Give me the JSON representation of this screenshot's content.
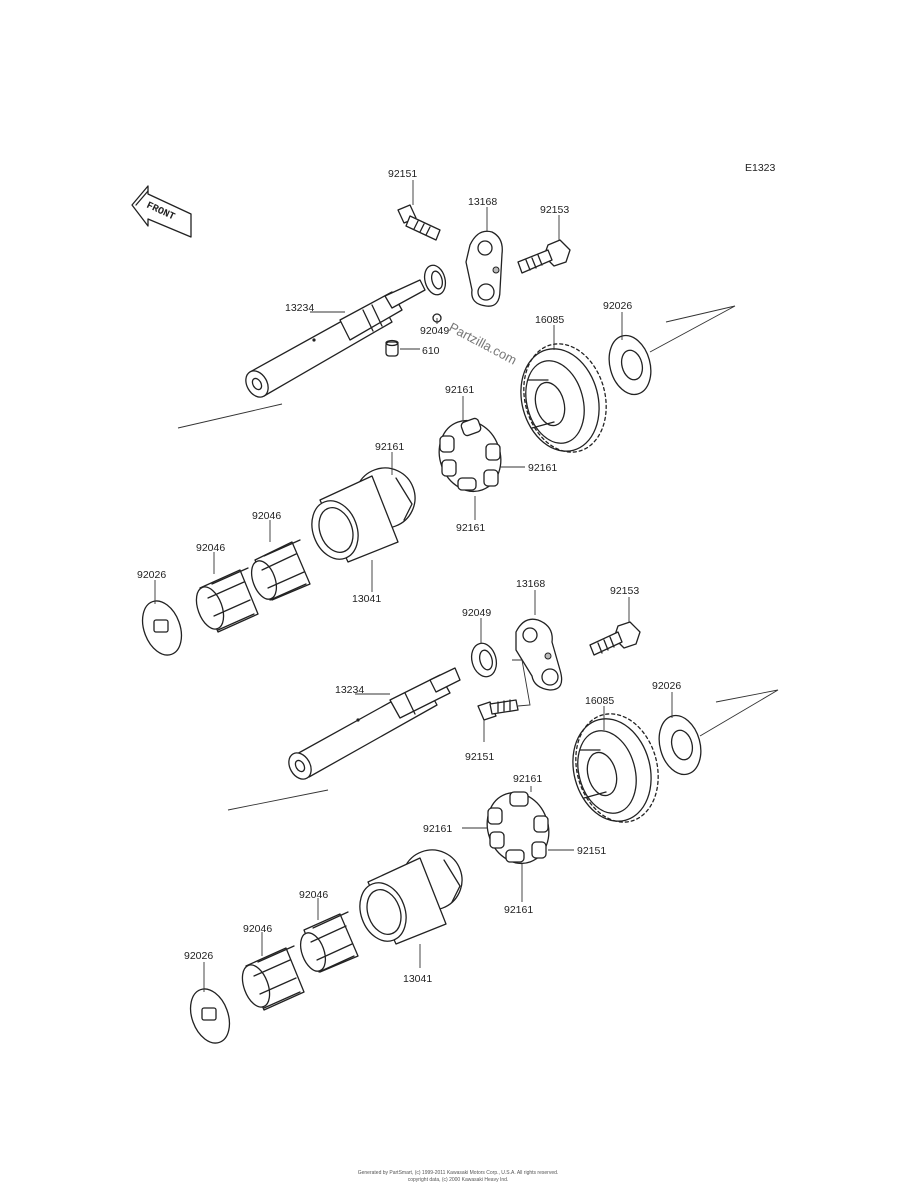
{
  "diagram_code": "E1323",
  "front_label": "FRONT",
  "watermark": "Partzilla.com",
  "footer_line1": "Generated by PartSmart, (c) 1999-2011 Kawasaki Motors Corp., U.S.A. All rights reserved.",
  "footer_line2": "copyright data, (c) 2000 Kawasaki Heavy Ind.",
  "labels": {
    "upper": {
      "bolt_a": "92151",
      "arm": "13168",
      "bolt_b": "92153",
      "shaft": "13234",
      "oil_seal": "92049",
      "pin": "610",
      "gear": "16085",
      "washer_r": "92026",
      "rubber_top": "92161",
      "rubber_left": "92161",
      "rubber_right": "92161",
      "rubber_bottom": "92161",
      "bearing_a": "92046",
      "bearing_b": "92046",
      "washer_l": "92026",
      "hub": "13041"
    },
    "lower": {
      "arm": "13168",
      "bolt_b": "92153",
      "oil_seal": "92049",
      "shaft": "13234",
      "gear": "16085",
      "washer_r": "92026",
      "bolt_a": "92151",
      "rubber_top": "92161",
      "rubber_left": "92161",
      "rubber_right": "92151",
      "rubber_bottom": "92161",
      "bearing_a": "92046",
      "bearing_b": "92046",
      "hub": "13041",
      "washer_l": "92026"
    }
  }
}
